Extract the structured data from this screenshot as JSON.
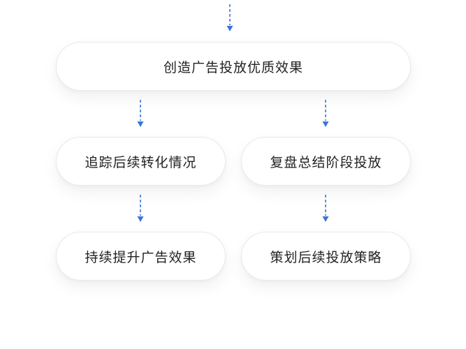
{
  "diagram": {
    "top_node": {
      "label": "创造广告投放优质效果"
    },
    "left_branch": {
      "step1": {
        "label": "追踪后续转化情况"
      },
      "step2": {
        "label": "持续提升广告效果"
      }
    },
    "right_branch": {
      "step1": {
        "label": "复盘总结阶段投放"
      },
      "step2": {
        "label": "策划后续投放策略"
      }
    },
    "arrow_color": "#3a76d8"
  }
}
